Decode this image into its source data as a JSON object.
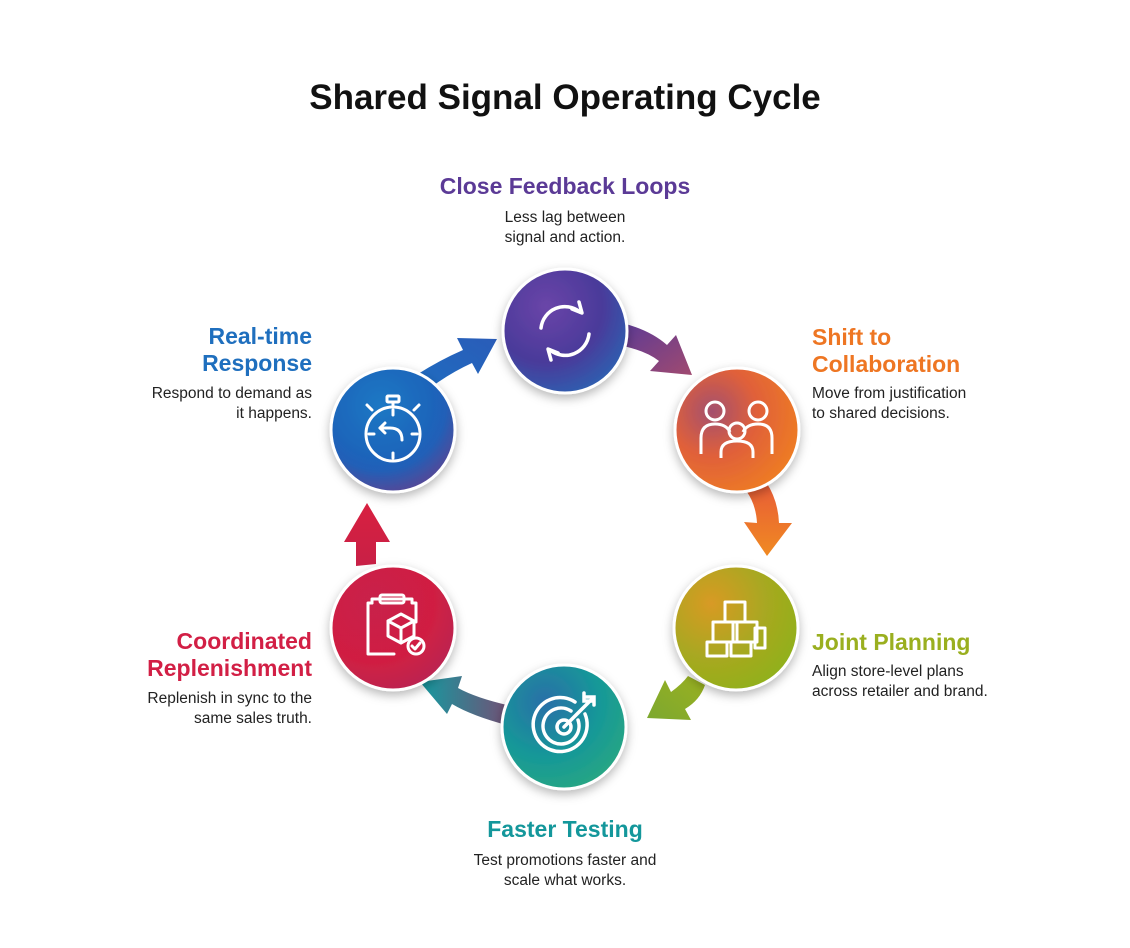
{
  "title": "Shared Signal Operating Cycle",
  "colors": {
    "purple": "#5b3a96",
    "orange": "#ee7623",
    "olive": "#9aaf1f",
    "teal": "#14979b",
    "red": "#d21f45",
    "blue": "#1f6fbe"
  },
  "steps": [
    {
      "title_lines": [
        "Close Feedback Loops"
      ],
      "desc_lines": [
        "Less lag between",
        "signal and action."
      ],
      "icon": "refresh-icon",
      "color": "#5b3a96"
    },
    {
      "title_lines": [
        "Shift to",
        "Collaboration"
      ],
      "desc_lines": [
        "Move from justification",
        "to shared decisions."
      ],
      "icon": "people-icon",
      "color": "#ee7623"
    },
    {
      "title_lines": [
        "Joint Planning"
      ],
      "desc_lines": [
        "Align store-level plans",
        "across retailer and brand."
      ],
      "icon": "cubes-icon",
      "color": "#9aaf1f"
    },
    {
      "title_lines": [
        "Faster Testing"
      ],
      "desc_lines": [
        "Test promotions faster and",
        "scale what works."
      ],
      "icon": "target-icon",
      "color": "#14979b"
    },
    {
      "title_lines": [
        "Coordinated",
        "Replenishment"
      ],
      "desc_lines": [
        "Replenish in sync to the",
        "same sales truth."
      ],
      "icon": "clipboard-box-icon",
      "color": "#d21f45"
    },
    {
      "title_lines": [
        "Real-time",
        "Response"
      ],
      "desc_lines": [
        "Respond to demand as",
        "it happens."
      ],
      "icon": "stopwatch-icon",
      "color": "#1f6fbe"
    }
  ]
}
